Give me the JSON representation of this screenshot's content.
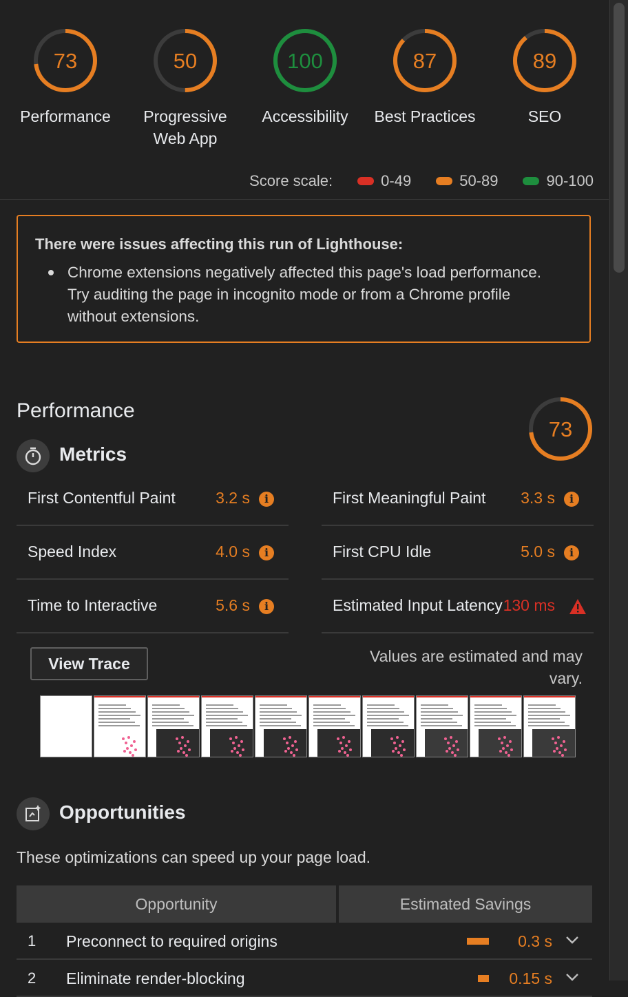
{
  "gauges": [
    {
      "score": "73",
      "label": "Performance",
      "value": 0.73,
      "color": "#e67e22"
    },
    {
      "score": "50",
      "label": "Progressive Web App",
      "value": 0.5,
      "color": "#e67e22"
    },
    {
      "score": "100",
      "label": "Accessibility",
      "value": 1.0,
      "color": "#1e8e3e"
    },
    {
      "score": "87",
      "label": "Best Practices",
      "value": 0.87,
      "color": "#e67e22"
    },
    {
      "score": "89",
      "label": "SEO",
      "value": 0.89,
      "color": "#e67e22"
    }
  ],
  "scale": {
    "label": "Score scale:",
    "ranges": [
      {
        "text": "0-49",
        "color": "#d93025"
      },
      {
        "text": "50-89",
        "color": "#e67e22"
      },
      {
        "text": "90-100",
        "color": "#1e8e3e"
      }
    ]
  },
  "warning": {
    "title": "There were issues affecting this run of Lighthouse:",
    "text": "Chrome extensions negatively affected this page's load performance. Try auditing the page in incognito mode or from a Chrome profile without extensions."
  },
  "performance": {
    "title": "Performance",
    "score": "73",
    "value": 0.73,
    "metrics_title": "Metrics",
    "metrics": [
      {
        "name": "First Contentful Paint",
        "value": "3.2 s",
        "status": "average"
      },
      {
        "name": "First Meaningful Paint",
        "value": "3.3 s",
        "status": "average"
      },
      {
        "name": "Speed Index",
        "value": "4.0 s",
        "status": "average"
      },
      {
        "name": "First CPU Idle",
        "value": "5.0 s",
        "status": "average"
      },
      {
        "name": "Time to Interactive",
        "value": "5.6 s",
        "status": "average"
      },
      {
        "name": "Estimated Input Latency",
        "value": "130 ms",
        "status": "fail"
      }
    ],
    "view_trace": "View Trace",
    "estimated_note": "Values are estimated and may vary."
  },
  "opportunities": {
    "title": "Opportunities",
    "subtitle": "These optimizations can speed up your page load.",
    "col_opportunity": "Opportunity",
    "col_savings": "Estimated Savings",
    "rows": [
      {
        "num": "1",
        "title": "Preconnect to required origins",
        "savings": "0.3 s"
      },
      {
        "num": "2",
        "title": "Eliminate render-blocking",
        "savings": "0.15 s"
      }
    ]
  }
}
